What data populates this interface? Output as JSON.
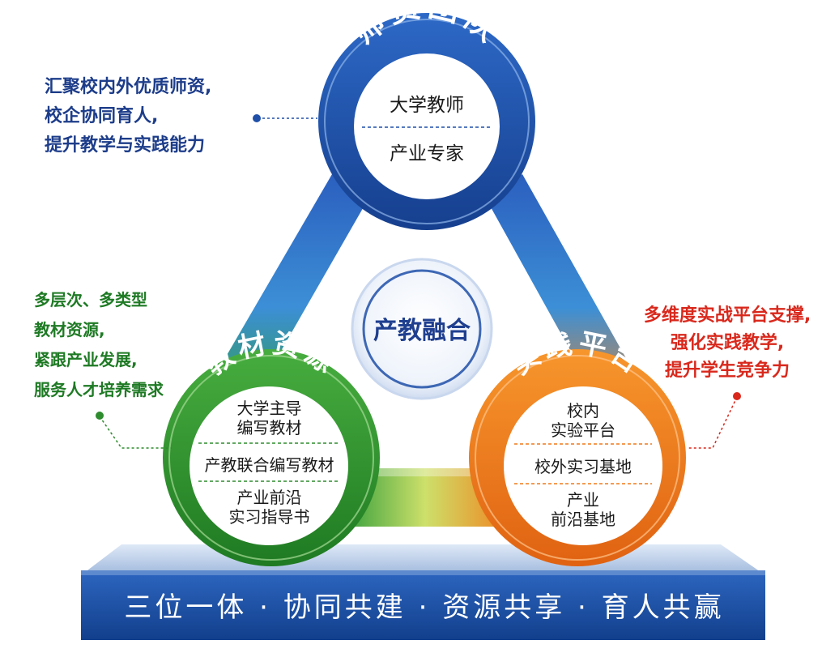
{
  "top_circle": {
    "title": "师资团队",
    "items": [
      "大学教师",
      "产业专家"
    ],
    "color": "#1f4fa8"
  },
  "left_circle": {
    "title": "教材资源",
    "items": [
      "大学主导\n编写教材",
      "产教联合编写教材",
      "产业前沿\n实习指导书"
    ],
    "color": "#2e8b2e"
  },
  "right_circle": {
    "title": "实践平台",
    "items": [
      "校内\n实验平台",
      "校外实习基地",
      "产业\n前沿基地"
    ],
    "color": "#ef7a1a"
  },
  "center": {
    "label": "产教融合",
    "color": "#1f3f8f"
  },
  "notes": {
    "top_left": {
      "lines": [
        "汇聚校内外优质师资,",
        "校企协同育人,",
        "提升教学与实践能力"
      ],
      "color": "#1d3d8a"
    },
    "left": {
      "lines": [
        "多层次、多类型",
        "教材资源,",
        "紧跟产业发展,",
        "服务人才培养需求"
      ],
      "color": "#1e7a24"
    },
    "right": {
      "lines": [
        "多维度实战平台支撑,",
        "强化实践教学,",
        "提升学生竞争力"
      ],
      "color": "#d9281c"
    }
  },
  "banner": {
    "text": "三位一体 · 协同共建 · 资源共享 · 育人共赢",
    "color": "#1a4ea3"
  }
}
